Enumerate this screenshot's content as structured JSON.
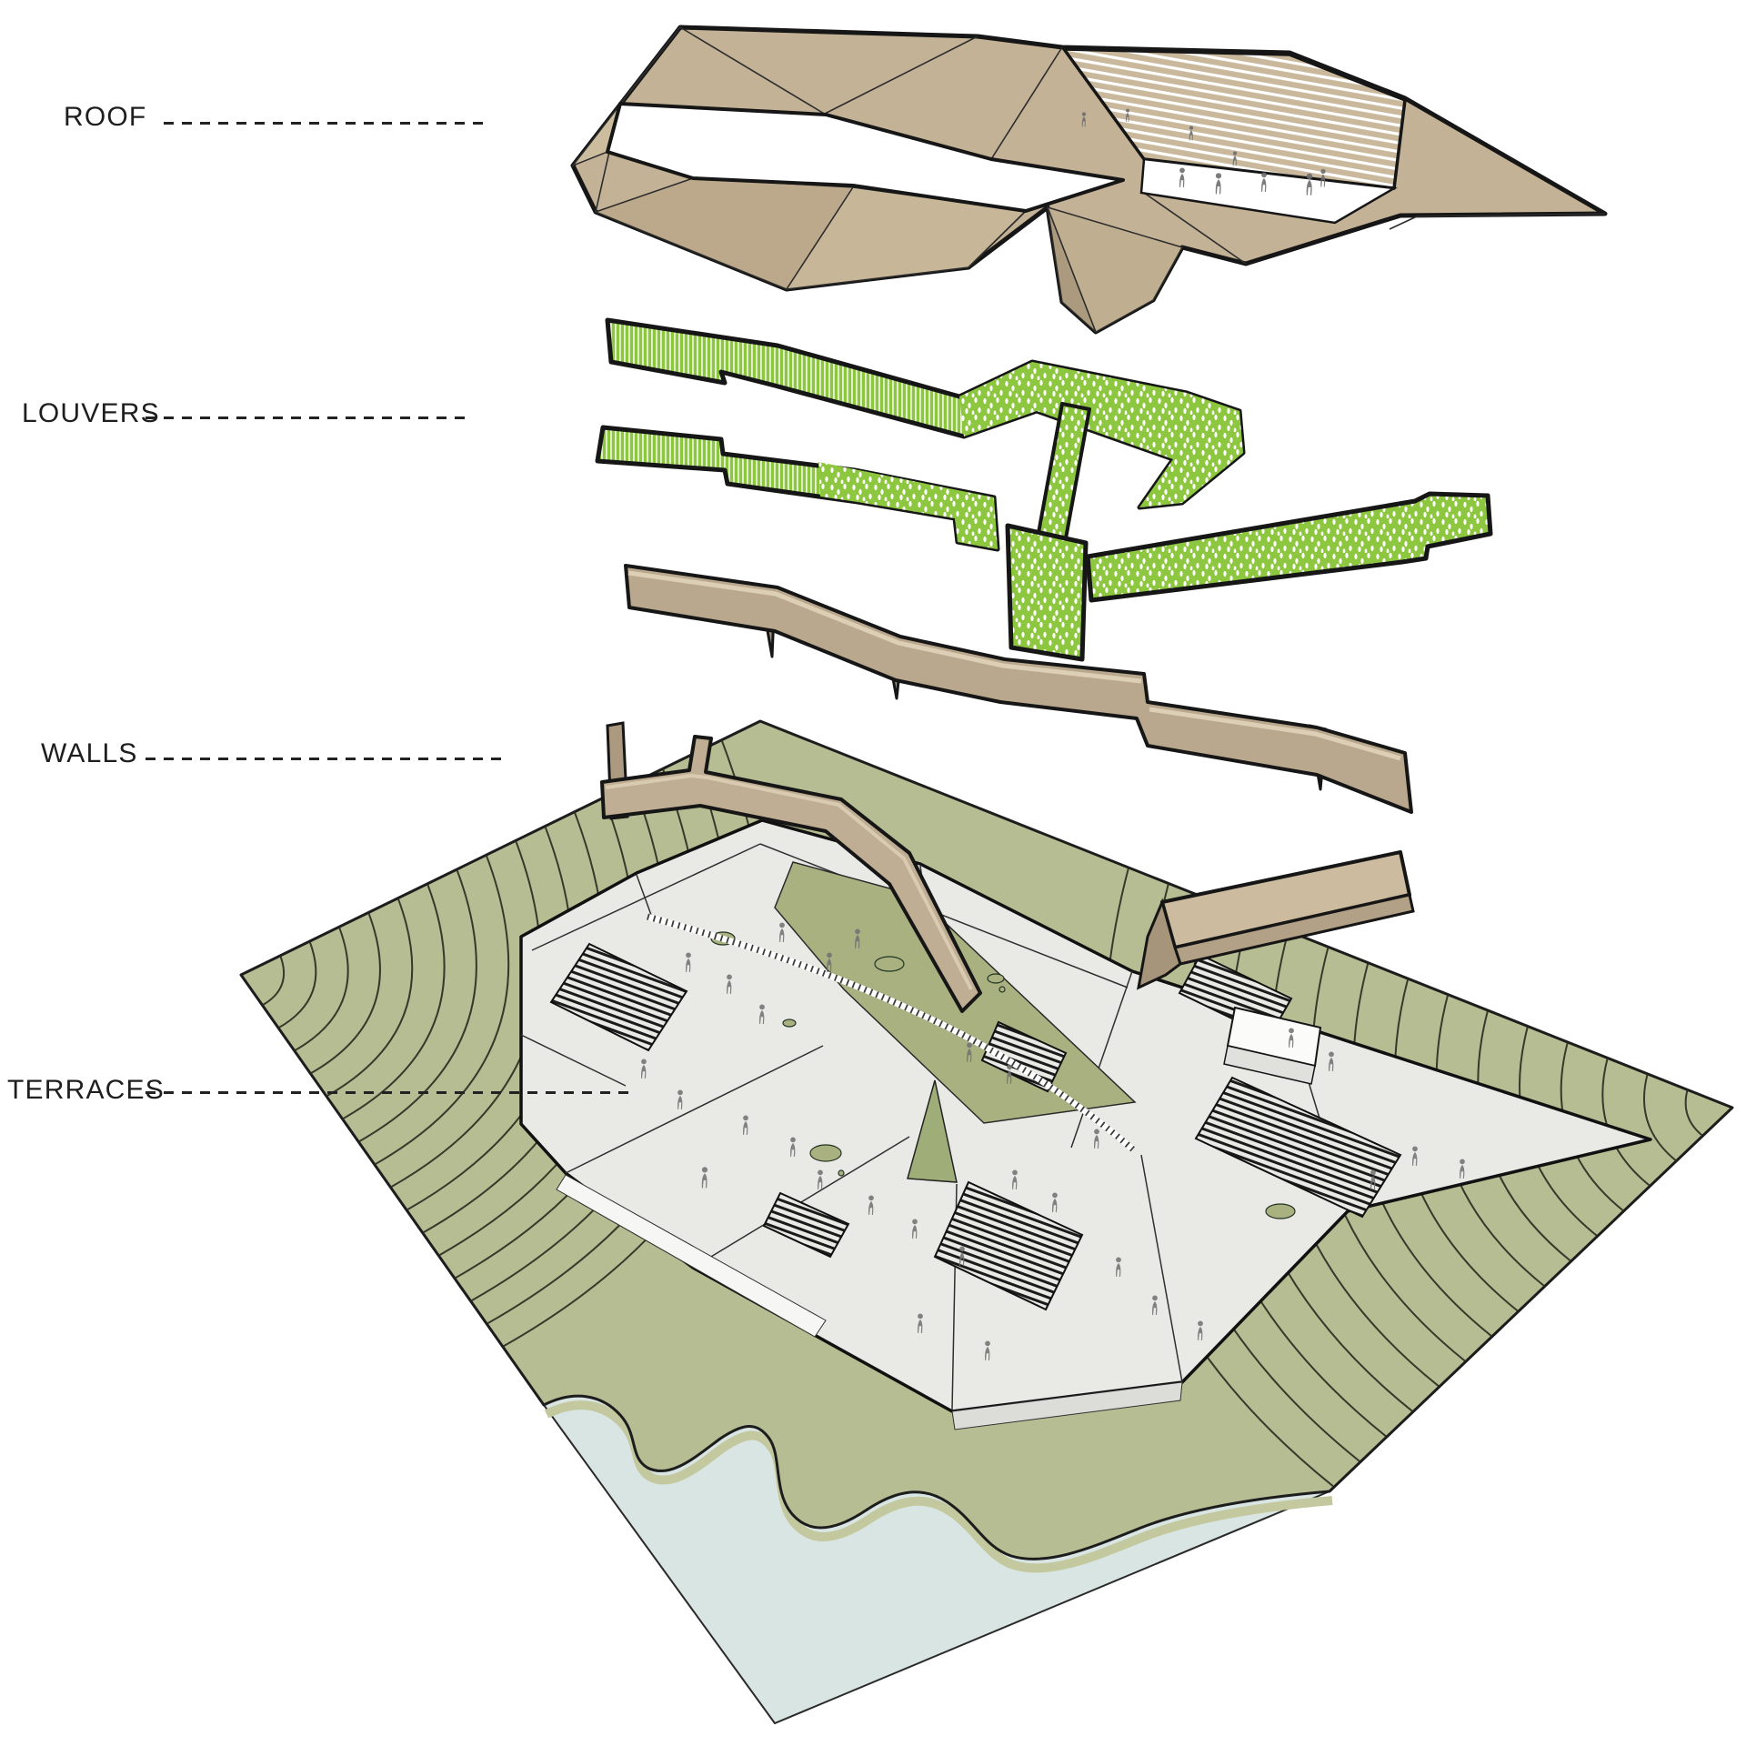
{
  "diagram": {
    "type": "exploded-axonometric-architecture-diagram",
    "layers": [
      {
        "id": "roof",
        "label": "ROOF"
      },
      {
        "id": "louvers",
        "label": "LOUVERS"
      },
      {
        "id": "walls",
        "label": "WALLS"
      },
      {
        "id": "terraces",
        "label": "TERRACES"
      }
    ],
    "palette": {
      "roof_tan": "#c3b295",
      "roof_tan_dark": "#ab9a7e",
      "wall_tan": "#bcab90",
      "louver_green": "#8dc63f",
      "terrain_green": "#b7bd92",
      "terrace_gray": "#e9e9e6",
      "stair_dark": "#1b1b1b",
      "water_blue": "#d9e5e2",
      "outline": "#161616",
      "label_text": "#1e1e1e",
      "background": "#ffffff"
    }
  }
}
